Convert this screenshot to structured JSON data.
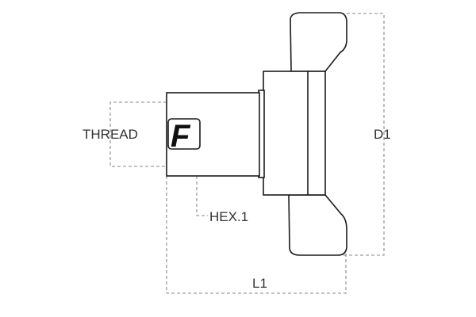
{
  "labels": {
    "thread": "THREAD",
    "hex": "HEX.1",
    "d1": "D1",
    "l1": "L1"
  },
  "logo": {
    "letter": "F"
  }
}
